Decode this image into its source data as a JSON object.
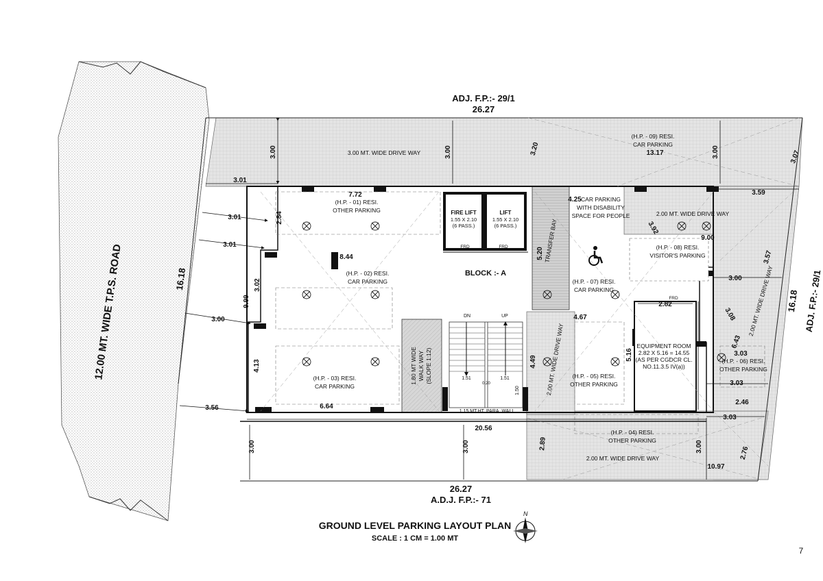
{
  "title": "GROUND LEVEL PARKING LAYOUT PLAN",
  "scale": "SCALE : 1 CM = 1.00 MT",
  "page_number": "7",
  "road": "12.00 MT. WIDE T.P.S. ROAD",
  "adjacent": {
    "north": "ADJ. F.P.:- 29/1",
    "east": "ADJ. F.P.:- 29/1",
    "south": "A.D.J. F.P.:- 71"
  },
  "block": "BLOCK :- A",
  "lifts": {
    "fire_lift": [
      "FIRE LIFT",
      "1.55 X 2.10",
      "(6 PASS.)"
    ],
    "lift": [
      "LIFT",
      "1.55 X 2.10",
      "(6 PASS.)"
    ],
    "frd": "FRD"
  },
  "rooms": {
    "hp01": [
      "(H.P. - 01) RESI.",
      "OTHER PARKING"
    ],
    "hp02": [
      "(H.P. - 02) RESI.",
      "CAR PARKING"
    ],
    "hp03": [
      "(H.P. - 03) RESI.",
      "CAR PARKING"
    ],
    "hp04": [
      "(H.P. - 04) RESI.",
      "OTHER PARKING"
    ],
    "hp05": [
      "(H.P. - 05) RESI.",
      "OTHER PARKING"
    ],
    "hp06": [
      "(H.P. - 06) RESI.",
      "OTHER PARKING"
    ],
    "hp07": [
      "(H.P. - 07) RESI.",
      "CAR PARKING"
    ],
    "hp08": [
      "(H.P. - 08) RESI.",
      "VISITOR'S PARKING"
    ],
    "hp09": [
      "(H.P. - 09) RESI.",
      "CAR PARKING"
    ],
    "disability": [
      "CAR PARKING",
      "WITH DISABILITY",
      "SPACE FOR PEOPLE"
    ],
    "equipment": [
      "EQUIPMENT ROOM",
      "2.82 X 5.16 = 14.55",
      "(AS PER CGDCR CL.",
      "NO.11.3.5 IV(a))"
    ],
    "walkway": [
      "1.80 MT WIDE",
      "WALK WAY",
      "(SLOPE 1:12)"
    ],
    "transfer_bay": "TRANSFER BAY",
    "para_wall": "1.15 MT.HT. PARA. WALL"
  },
  "driveways": {
    "north": "3.00 MT. WIDE DRIVE WAY",
    "north_east": "2.00 MT. WIDE DRIVE WAY",
    "south": "2.00 MT. WIDE DRIVE WAY",
    "middle": "2.00 MT. WIDE DRIVE WAY",
    "east": "2.00 MT. WIDE DRIVE WAY"
  },
  "stairs": {
    "dn": "DN",
    "up": "UP"
  },
  "dimensions": {
    "top_width": "26.27",
    "bottom_width": "26.27",
    "plot_width": "20.56",
    "left_depth": "16.18",
    "right_depth": "16.18",
    "d_3_00": "3.00",
    "d_3_01": "3.01",
    "d_3_56": "3.56",
    "d_3_59": "3.59",
    "d_3_03": "3.03",
    "d_3_20": "3.20",
    "d_3_07": "3.07",
    "d_3_92": "3.92",
    "d_3_57": "3.57",
    "d_3_08": "3.08",
    "d_2_84": "2.84",
    "d_3_02": "3.02",
    "d_9_99": "9.99",
    "d_4_13": "4.13",
    "d_7_72": "7.72",
    "d_8_44": "8.44",
    "d_6_64": "6.64",
    "d_4_25": "4.25",
    "d_5_20": "5.20",
    "d_4_67": "4.67",
    "d_4_49": "4.49",
    "d_9_00": "9.00",
    "d_13_17": "13.17",
    "d_2_82": "2.82",
    "d_5_16": "5.16",
    "d_6_43": "6.43",
    "d_2_46": "2.46",
    "d_10_97": "10.97",
    "d_2_89": "2.89",
    "d_2_76": "2.76",
    "d_1_51": "1.51",
    "d_0_20": "0.20",
    "d_1_50": "1.50"
  }
}
